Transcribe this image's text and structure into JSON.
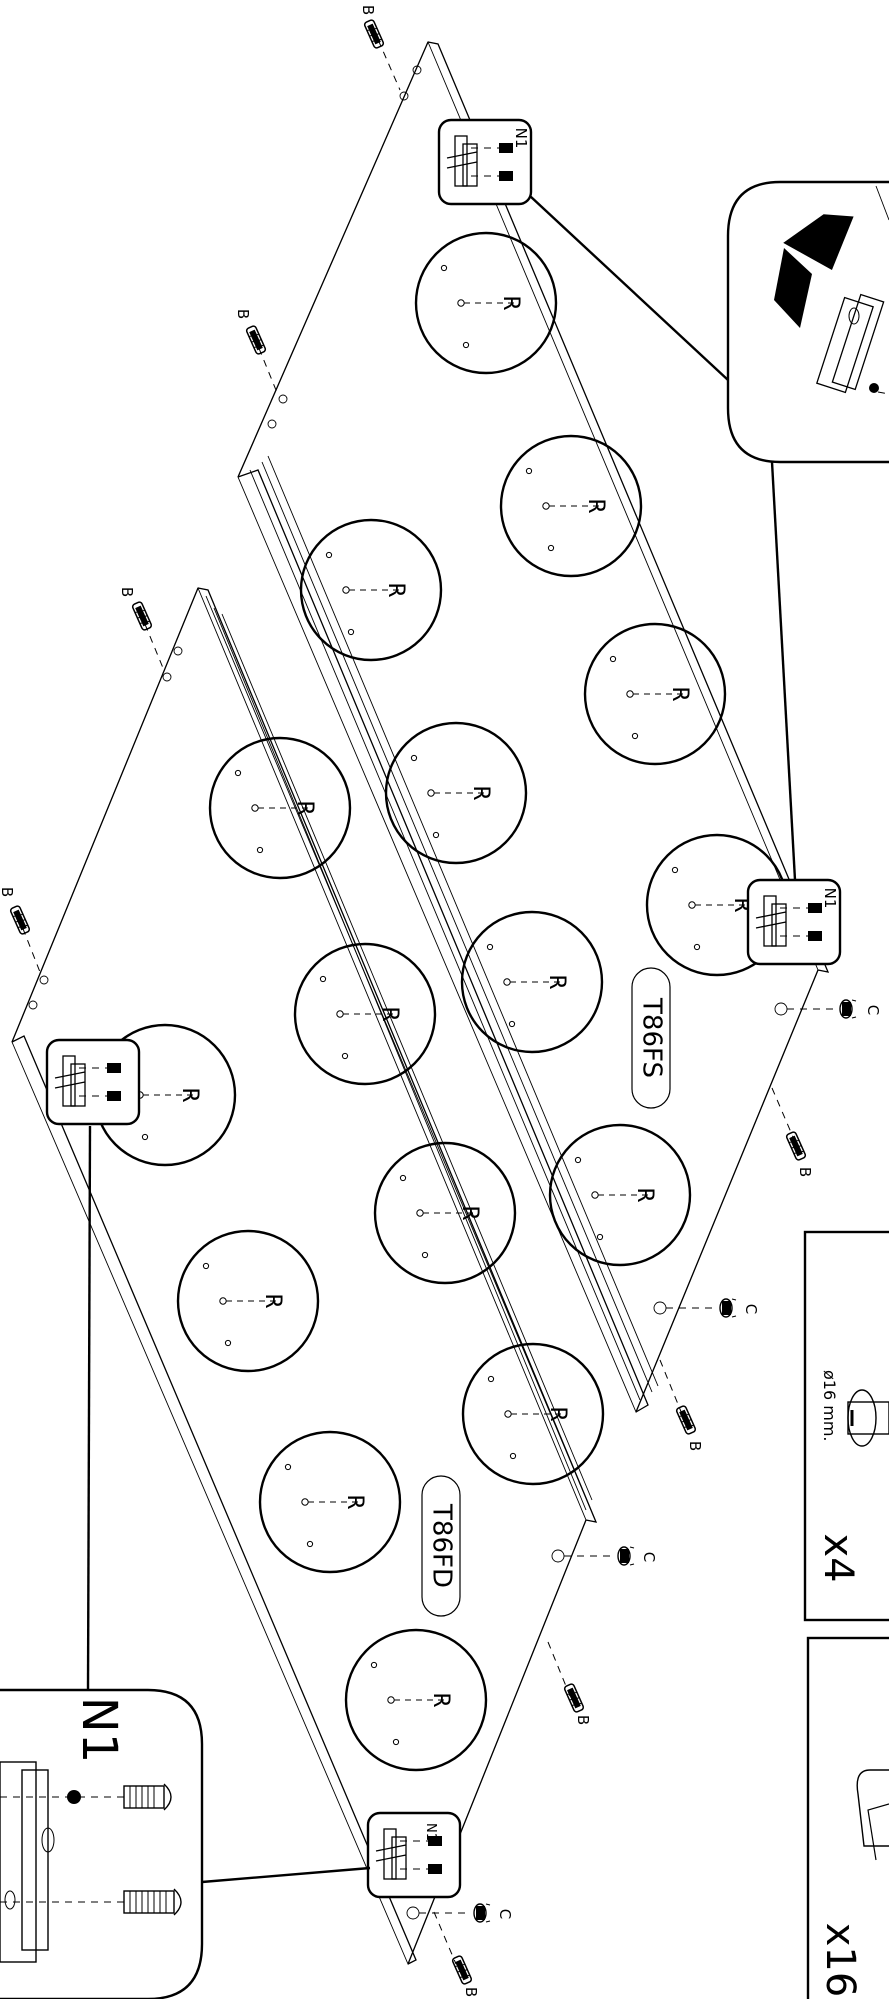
{
  "panels": {
    "top": {
      "label": "T86FS"
    },
    "bottom": {
      "label": "T86FD"
    }
  },
  "parts": {
    "b": "B",
    "c": "C",
    "r": "R",
    "n1": "N1"
  },
  "counts": {
    "cam_size": "ø16 mm.",
    "cam_qty": "x4",
    "bracket_qty": "x16"
  }
}
